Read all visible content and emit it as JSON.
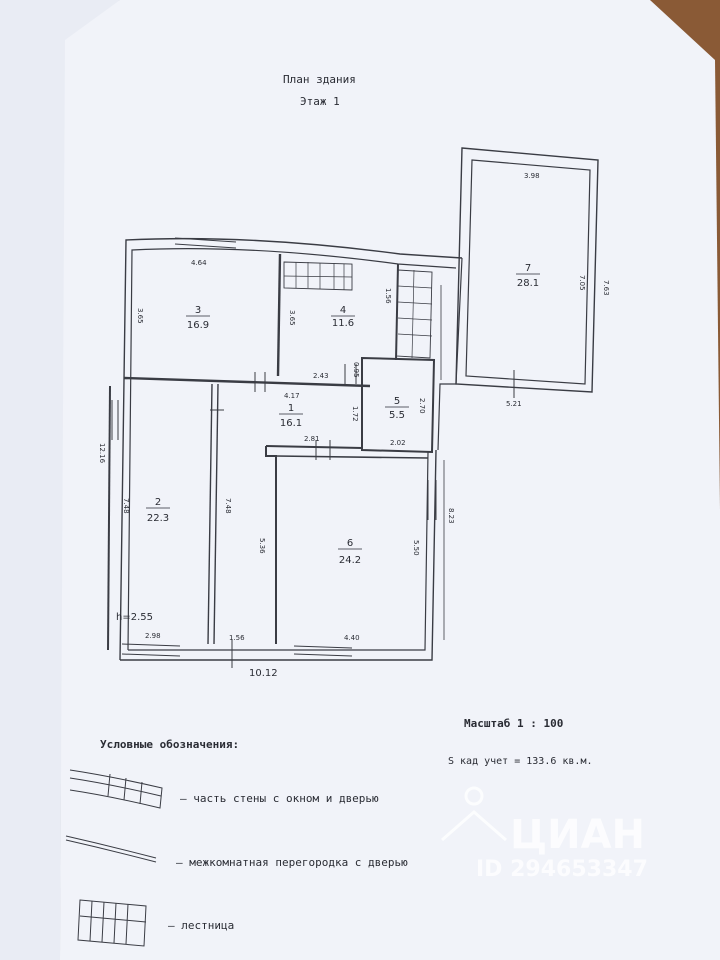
{
  "title": "План здания",
  "floor": "Этаж 1",
  "rooms": [
    {
      "id": "1",
      "area": "16.1"
    },
    {
      "id": "2",
      "area": "22.3"
    },
    {
      "id": "3",
      "area": "16.9"
    },
    {
      "id": "4",
      "area": "11.6"
    },
    {
      "id": "5",
      "area": "5.5"
    },
    {
      "id": "6",
      "area": "24.2"
    },
    {
      "id": "7",
      "area": "28.1"
    }
  ],
  "dimensions": {
    "d398": "3.98",
    "d763": "7.63",
    "d705": "7.05",
    "d521": "5.21",
    "d464": "4.64",
    "d365a": "3.65",
    "d365b": "3.65",
    "d156a": "1.56",
    "d243": "2.43",
    "d095": "0.95",
    "d417": "4.17",
    "d172": "1.72",
    "d270": "2.70",
    "d202": "2.02",
    "d281": "2.81",
    "d1216": "12.16",
    "d748a": "7.48",
    "d748b": "7.48",
    "d536": "5.36",
    "d550": "5.50",
    "d823": "8.23",
    "d298": "2.98",
    "d156b": "1.56",
    "d440": "4.40",
    "d1012": "10.12",
    "height": "h=2.55"
  },
  "scale": "Масштаб  1 : 100",
  "area_total": "S кад учет = 133.6 кв.м.",
  "legend": {
    "title": "Условные обозначения:",
    "items": [
      "– часть стены с окном и дверью",
      "– межкомнатная перегородка с дверью",
      "– лестница"
    ]
  },
  "watermark": {
    "brand": "ЦИАН",
    "id": "ID 294653347"
  },
  "colors": {
    "paper": "#f1f3f9",
    "ink": "#2a2c34",
    "table": "#8a5a36"
  }
}
